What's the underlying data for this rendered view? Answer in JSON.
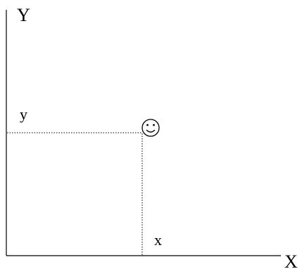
{
  "labels": {
    "y_axis": "Y",
    "x_axis": "X",
    "y_value": "y",
    "x_value": "x"
  },
  "icons": {
    "point_marker": "smiley-face-icon"
  },
  "colors": {
    "ink": "#000000",
    "background": "#ffffff"
  }
}
